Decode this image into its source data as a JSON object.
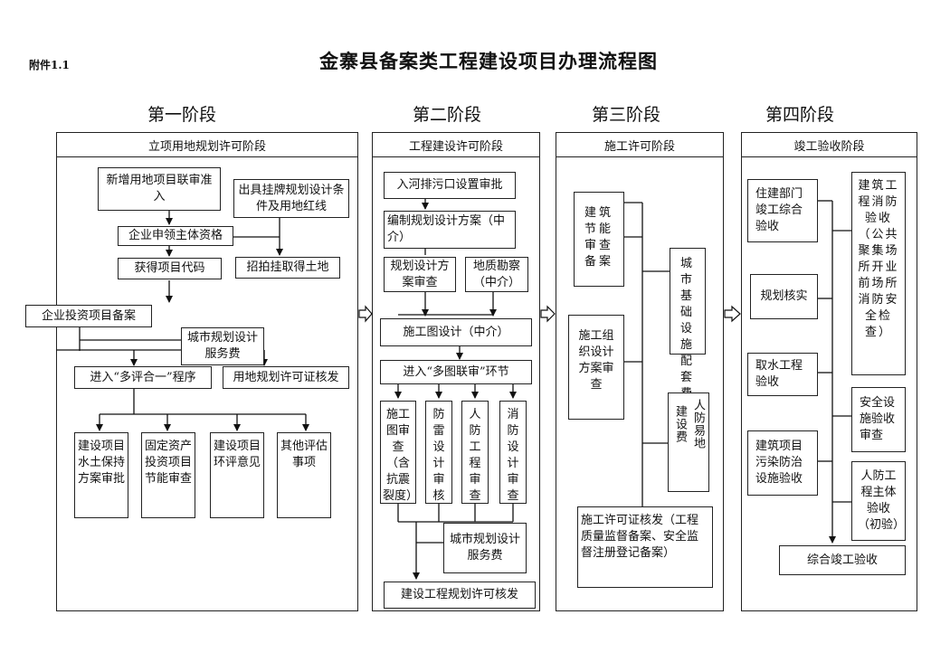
{
  "attachment": "附件1.1",
  "title": "金寨县备案类工程建设项目办理流程图",
  "stages": [
    "第一阶段",
    "第二阶段",
    "第三阶段",
    "第四阶段"
  ],
  "columns": {
    "c1": "立项用地规划许可阶段",
    "c2": "工程建设许可阶段",
    "c3": "施工许可阶段",
    "c4": "竣工验收阶段"
  },
  "stage1": {
    "new_land": "新增用地项目联审准入",
    "issue_plan": "出具挂牌规划设计条件及用地红线",
    "lead_subject": "企业申领主体资格",
    "project_code": "获得项目代码",
    "auction": "招拍挂取得土地",
    "invest_record": "企业投资项目备案",
    "city_fee": "城市规划设计服务费",
    "multi_review": "进入“多评合一”程序",
    "land_permit": "用地规划许可证核发",
    "water_soil": "建设项目水土保持方案审批",
    "energy": "固定资产投资项目节能审查",
    "env": "建设项目环评意见",
    "other": "其他评估事项"
  },
  "stage2": {
    "sewage": "入河排污口设置审批",
    "plan_design": "编制规划设计方案（中介）",
    "plan_review": "规划设计方案审查",
    "geo": "地质勘察（中介）",
    "construct_design": "施工图设计（中介）",
    "multi_drawing": "进入“多图联审”环节",
    "drawing_review": "施工图审查（含抗震裂度）",
    "lightning": "防雷设计审核",
    "civil_defense": "人防工程审查",
    "fire": "消防设计审查",
    "city_fee2": "城市规划设计服务费",
    "permit": "建设工程规划许可核发"
  },
  "stage3": {
    "energy_record": "建筑节能审查备案",
    "infra_fee": "城市基础设施配套费",
    "org_design": "施工组织设计方案审查",
    "civil_fee_a": "人防易地",
    "civil_fee_b": "建设费",
    "permit": "施工许可证核发（工程质量监督备案、安全监督注册登记备案）"
  },
  "stage4": {
    "housing": "住建部门竣工综合验收",
    "fire_accept": "建筑工程消防验收（公共聚集场所开业前场所消防安全检查）",
    "plan_check": "规划核实",
    "water": "取水工程验收",
    "safety": "安全设施验收审查",
    "pollution": "建筑项目污染防治设施验收",
    "civil": "人防工程主体验收（初验）",
    "final": "综合竣工验收"
  }
}
